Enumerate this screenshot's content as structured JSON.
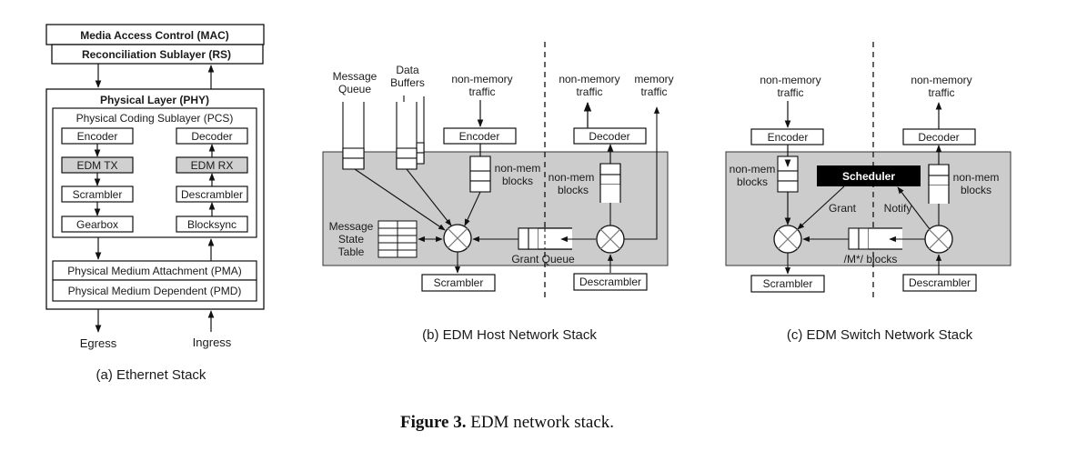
{
  "figure": {
    "caption_label": "Figure 3.",
    "caption_text": " EDM network stack."
  },
  "panel_a": {
    "caption": "(a) Ethernet Stack",
    "mac": "Media Access Control (MAC)",
    "rs": "Reconciliation Sublayer (RS)",
    "phy": "Physical Layer (PHY)",
    "pcs": "Physical Coding Sublayer (PCS)",
    "tx_chain": [
      "Encoder",
      "EDM TX",
      "Scrambler",
      "Gearbox"
    ],
    "rx_chain": [
      "Decoder",
      "EDM RX",
      "Descrambler",
      "Blocksync"
    ],
    "pma": "Physical Medium Attachment (PMA)",
    "pmd": "Physical Medium Dependent (PMD)",
    "egress": "Egress",
    "ingress": "Ingress",
    "highlight_color": "#d0d0d0"
  },
  "panel_b": {
    "caption": "(b) EDM Host Network Stack",
    "message_queue": [
      "Message",
      "Queue"
    ],
    "data_buffers": [
      "Data",
      "Buffers"
    ],
    "tx_traffic": [
      "non-memory",
      "traffic"
    ],
    "rx_nonmem_traffic": [
      "non-memory",
      "traffic"
    ],
    "rx_mem_traffic": [
      "memory",
      "traffic"
    ],
    "encoder": "Encoder",
    "decoder": "Decoder",
    "tx_blocks": [
      "non-mem",
      "blocks"
    ],
    "rx_blocks": [
      "non-mem",
      "blocks"
    ],
    "state_table": [
      "Message",
      "State",
      "Table"
    ],
    "grant_queue": "Grant Queue",
    "scrambler": "Scrambler",
    "descrambler": "Descrambler",
    "panel_color": "#cccccc"
  },
  "panel_c": {
    "caption": "(c) EDM Switch Network Stack",
    "tx_traffic": [
      "non-memory",
      "traffic"
    ],
    "rx_traffic": [
      "non-memory",
      "traffic"
    ],
    "encoder": "Encoder",
    "decoder": "Decoder",
    "tx_blocks": [
      "non-mem",
      "blocks"
    ],
    "rx_blocks": [
      "non-mem",
      "blocks"
    ],
    "scheduler": "Scheduler",
    "grant": "Grant",
    "notify": "Notify",
    "m_blocks": "/M*/ blocks",
    "scrambler": "Scrambler",
    "descrambler": "Descrambler",
    "panel_color": "#cccccc"
  }
}
